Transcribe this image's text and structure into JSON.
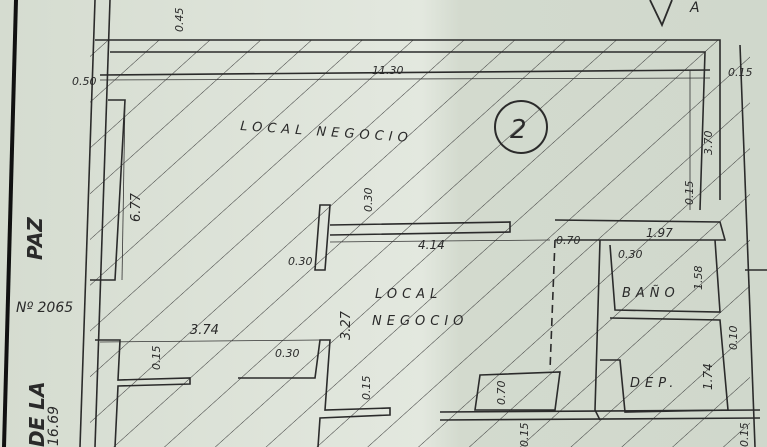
{
  "plan": {
    "street": {
      "line1": "PAZ",
      "line2": "DE LA",
      "number": "Nº 2065",
      "frontage": "16.69"
    },
    "section_marker": "A",
    "unit_number": "2",
    "rooms": {
      "main_local": "LOCAL NEGOCIO",
      "second_local_1": "LOCAL",
      "second_local_2": "NEGOCIO",
      "bath": "BAÑO",
      "storage": "DEP."
    },
    "dimensions": {
      "top_wall": "0.45",
      "left_offset": "0.50",
      "width_main": "11.30",
      "right_wall": "0.15",
      "height_right": "3.70",
      "wall_right_015": "0.15",
      "height_main": "6.77",
      "wall_030_top": "0.30",
      "wall_030_left": "0.30",
      "width_414": "4.14",
      "width_070": "0.70",
      "bath_width": "1.97",
      "bath_wall": "0.30",
      "bath_height": "1.58",
      "storage_height": "1.74",
      "storage_wall": "0.10",
      "height_327": "3.27",
      "width_374": "3.74",
      "wall_015_a": "0.15",
      "wall_030_b": "0.30",
      "wall_015_b": "0.15",
      "bottom_070": "0.70",
      "bottom_015_a": "0.15",
      "bottom_015_b": "0.15"
    }
  }
}
